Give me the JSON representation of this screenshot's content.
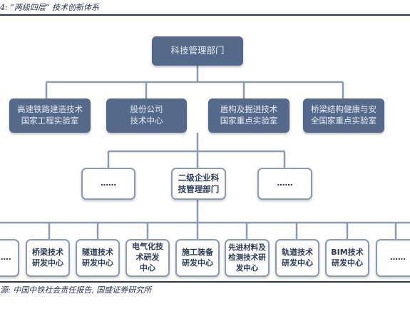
{
  "caption": "4: “两级四层” 技术创新体系",
  "source": "源: 中国中铁社会责任报告, 国盛证券研究所",
  "top_node": "科技管理部门",
  "level2": [
    "高速铁路建造技术\n国家工程实验室",
    "股份公司\n技术中心",
    "盾构及掘进技术\n国家重点实验室",
    "桥梁结构健康与安\n全国家重点实验室"
  ],
  "level3": [
    "……",
    "二级企业科\n技管理部门",
    "……"
  ],
  "level4": [
    "……",
    "桥梁技术\n研发中心",
    "隧道技术\n研发中心",
    "电气化技\n术研发\n中心",
    "施工装备\n研发中心",
    "先进材料及\n检测技术研\n发中心",
    "轨道技术\n研发中心",
    "BIM技术\n研发中心",
    "……"
  ],
  "colors": {
    "dark_box": "#55698a",
    "light_border": "#8a9bb8",
    "connector": "#8a9bb8"
  }
}
